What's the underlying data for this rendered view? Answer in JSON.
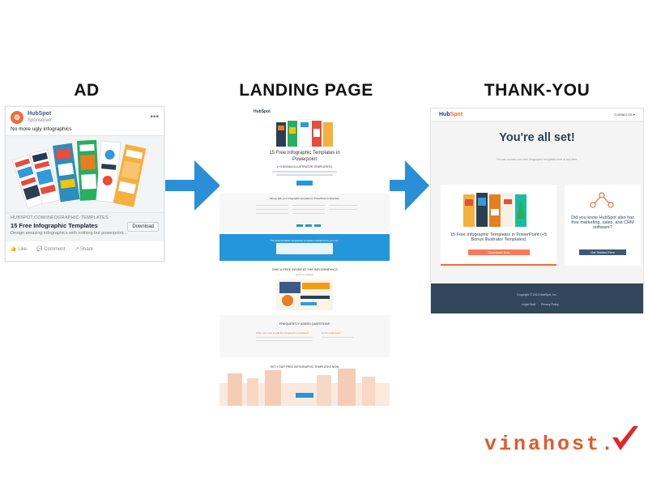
{
  "headings": {
    "ad": "AD",
    "landing": "LANDING PAGE",
    "thankyou": "THANK-YOU"
  },
  "ad": {
    "brand": "HubSpot",
    "sponsored": "Sponsored",
    "message": "No more ugly infographics",
    "url": "HUBSPOT.COM/INFOGRAPHIC-TEMPLATES",
    "title": "15 Free Infographic Templates",
    "description": "Design amazing infographics with nothing but powerpoint...",
    "download": "Download",
    "actions": [
      "Like",
      "Comment",
      "Share"
    ]
  },
  "landing": {
    "title_line1": "15 Free Infographic Templates in",
    "title_line2": "Powerpoint",
    "subtitle": "(+ 5 BONUS ILLUSTRATOR TEMPLATES!)",
    "section2_title": "Simply pick your infographic template for PowerPoint & Illustrator",
    "blue_text": "The downloadable infographic templates highlight how you can:",
    "peek_title": "TAKE A PEEK INSIDE AT THE INFOGRAPHICS",
    "peek_sub": "Here's a preview",
    "faq_title": "FREQUENTLY ASKED QUESTIONS",
    "faq_q1": "What can I use to edit the infographic templates?",
    "faq_q2": "Is this really free?",
    "cta_title": "GET YOUR FREE INFOGRAPHIC TEMPLATES NOW"
  },
  "thankyou": {
    "logo_hub": "Hub",
    "logo_spot": "Spot",
    "contact": "Contact Us",
    "headline": "You're all set!",
    "sub": "You can access your free infographic templates here at any time.",
    "card1_text": "15 Free Infographic Templates in PowerPoint (+5 Bonus Illustrator Templates)",
    "card1_button": "Download Now",
    "card2_text": "Did you know HubSpot also has free marketing, sales, and CRM software?",
    "card2_button": "Get Started Free",
    "copyright": "Copyright © 2019 HubSpot, Inc.",
    "legal": "Legal Stuff",
    "privacy": "Privacy Policy"
  },
  "watermark": "vinahost.",
  "colors": {
    "arrow": "#2a8fd6",
    "hubspot_orange": "#f26b3a",
    "navy": "#33475b",
    "blue_band": "#2496dc",
    "watermark": "#e25a2a"
  }
}
